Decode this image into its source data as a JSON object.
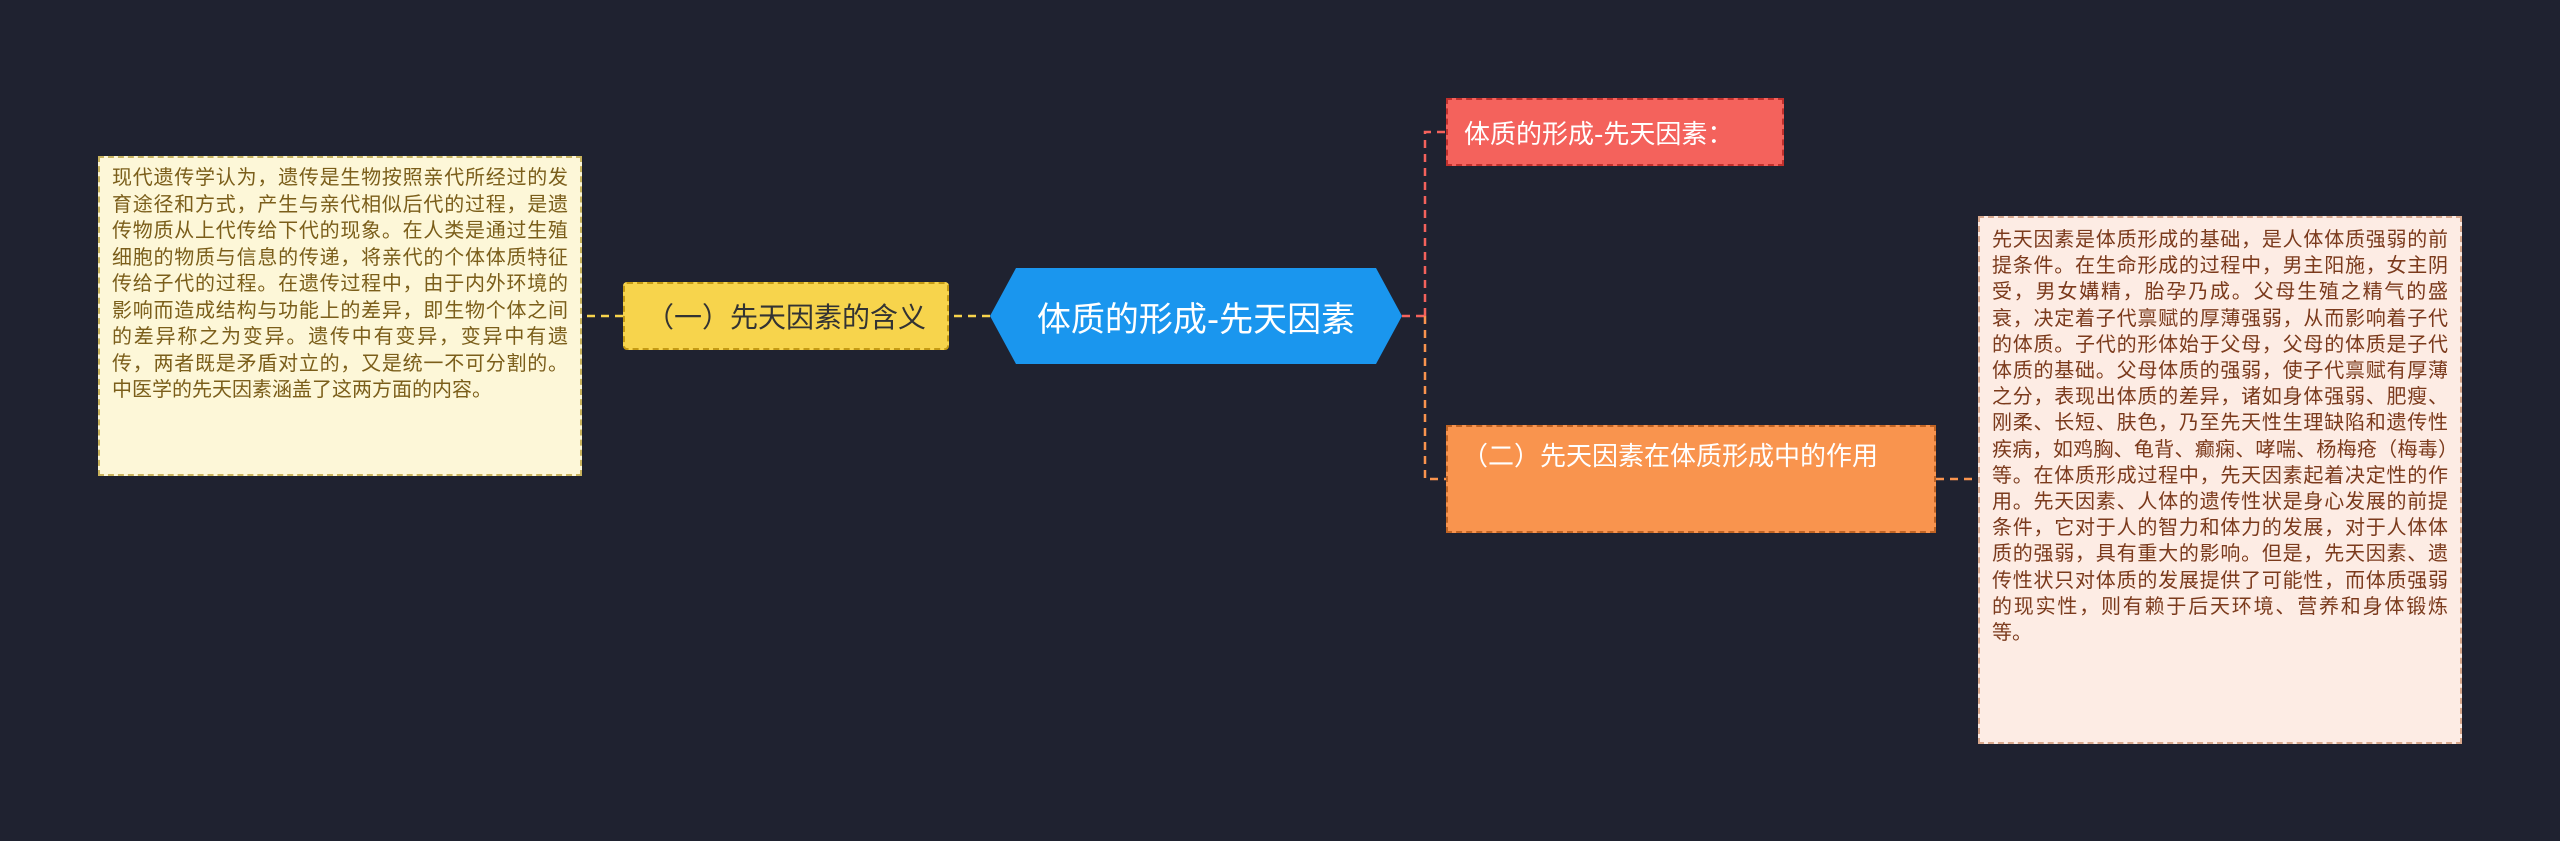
{
  "mindmap": {
    "central": {
      "label": "体质的形成-先天因素",
      "color": "#1a96ee"
    },
    "left_branch": {
      "label": "（一）先天因素的含义",
      "color": "#f7d44c",
      "description": "现代遗传学认为，遗传是生物按照亲代所经过的发育途径和方式，产生与亲代相似后代的过程，是遗传物质从上代传给下代的现象。在人类是通过生殖细胞的物质与信息的传递，将亲代的个体体质特征传给子代的过程。在遗传过程中，由于内外环境的影响而造成结构与功能上的差异，即生物个体之间的差异称之为变异。遗传中有变异，变异中有遗传，两者既是矛盾对立的，又是统一不可分割的。中医学的先天因素涵盖了这两方面的内容。"
    },
    "right_top_branch": {
      "label": "体质的形成-先天因素：",
      "color": "#f4625c"
    },
    "right_mid_branch": {
      "label": "（二）先天因素在体质形成中的作用",
      "color": "#f9944e",
      "description": "先天因素是体质形成的基础，是人体体质强弱的前提条件。在生命形成的过程中，男主阳施，女主阴受，男女媾精，胎孕乃成。父母生殖之精气的盛衰，决定着子代禀赋的厚薄强弱，从而影响着子代的体质。子代的形体始于父母，父母的体质是子代体质的基础。父母体质的强弱，使子代禀赋有厚薄之分，表现出体质的差异，诸如身体强弱、肥瘦、刚柔、长短、肤色，乃至先天性生理缺陷和遗传性疾病，如鸡胸、龟背、癫痫、哮喘、杨梅疮（梅毒）等。在体质形成过程中，先天因素起着决定性的作用。先天因素、人体的遗传性状是身心发展的前提条件，它对于人的智力和体力的发展，对于人体体质的强弱，具有重大的影响。但是，先天因素、遗传性状只对体质的发展提供了可能性，而体质强弱的现实性，则有赖于后天环境、营养和身体锻炼等。"
    }
  }
}
